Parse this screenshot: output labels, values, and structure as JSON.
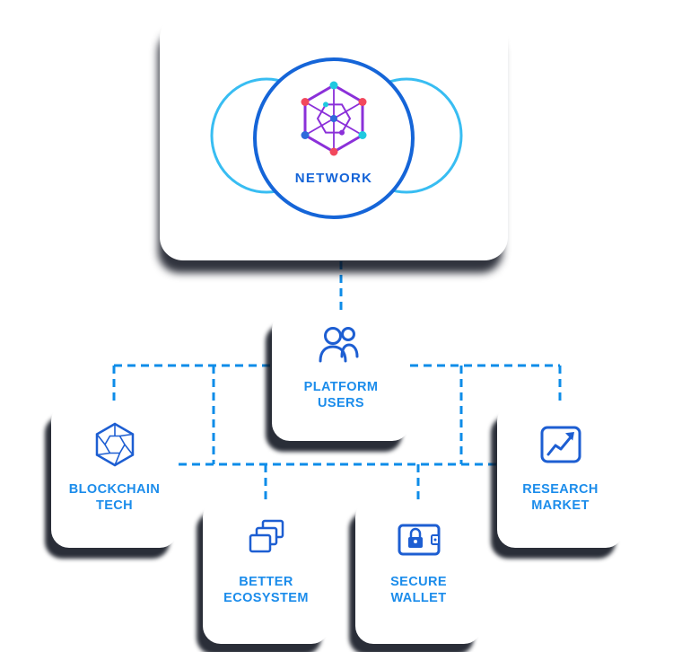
{
  "nodes": {
    "network": {
      "label": "NETWORK"
    },
    "platform_users": {
      "line1": "PLATFORM",
      "line2": "USERS"
    },
    "blockchain_tech": {
      "line1": "BLOCKCHAIN",
      "line2": "TECH"
    },
    "better_ecosystem": {
      "line1": "BETTER",
      "line2": "ECOSYSTEM"
    },
    "secure_wallet": {
      "line1": "SECURE",
      "line2": "WALLET"
    },
    "research_market": {
      "line1": "RESEARCH",
      "line2": "MARKET"
    }
  },
  "icons": {
    "network": "hexagon-network-icon",
    "platform_users": "users-icon",
    "blockchain_tech": "blockchain-hexagon-icon",
    "better_ecosystem": "layered-squares-icon",
    "secure_wallet": "wallet-lock-icon",
    "research_market": "growth-chart-icon"
  },
  "colors": {
    "network_label": "#1464d8",
    "node_label": "#1b8ceb",
    "connector_blue": "#0d8ce8",
    "circle_stroke": "#1565d8",
    "ring_stroke": "#38bdf2",
    "hex_purple": "#8b30d9",
    "icon_blue": "#1d5ed2",
    "dot_red": "#f2485c",
    "dot_cyan": "#1fc9e0",
    "dot_blue": "#2f6bdb",
    "card_shadow": "#0d111c",
    "background": "#ffffff"
  }
}
